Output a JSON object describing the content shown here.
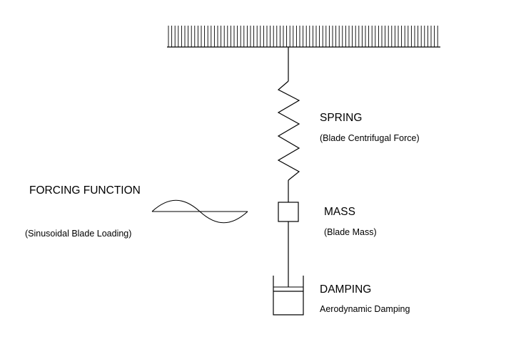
{
  "diagram": {
    "spring": {
      "label": "SPRING",
      "description": "(Blade Centrifugal Force)"
    },
    "mass": {
      "label": "MASS",
      "description": "(Blade Mass)"
    },
    "damping": {
      "label": "DAMPING",
      "description": "Aerodynamic Damping"
    },
    "forcing_function": {
      "label": "FORCING FUNCTION",
      "description": "(Sinusoidal Blade Loading)"
    }
  },
  "colors": {
    "line": "#000000",
    "background": "#ffffff"
  }
}
